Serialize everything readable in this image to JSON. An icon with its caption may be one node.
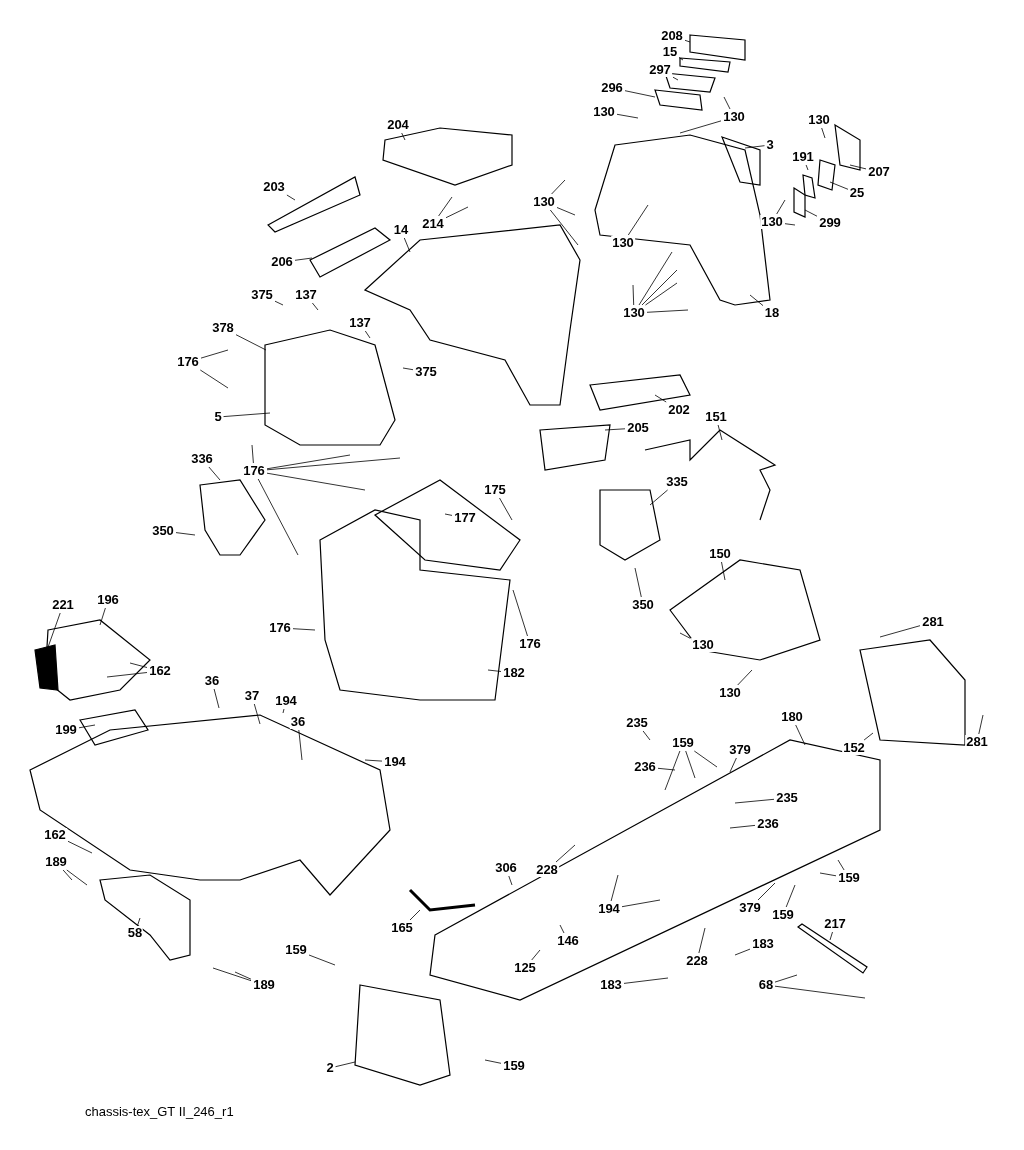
{
  "diagram": {
    "caption": "chassis-tex_GT II_246_r1",
    "nodes": [
      {
        "text": [
          "208"
        ]
      },
      {
        "text": [
          "15"
        ]
      },
      {
        "text": [
          "297"
        ]
      },
      {
        "text": [
          "296"
        ]
      },
      {
        "text": [
          "130"
        ]
      },
      {
        "text": [
          "130"
        ]
      },
      {
        "text": [
          "204"
        ]
      },
      {
        "text": [
          "3"
        ]
      },
      {
        "text": [
          "130"
        ]
      },
      {
        "text": [
          "203"
        ]
      },
      {
        "text": [
          "191"
        ]
      },
      {
        "text": [
          "207"
        ]
      },
      {
        "text": [
          "130"
        ]
      },
      {
        "text": [
          "25"
        ]
      },
      {
        "text": [
          "214"
        ]
      },
      {
        "text": [
          "14"
        ]
      },
      {
        "text": [
          "130"
        ]
      },
      {
        "text": [
          "299"
        ]
      },
      {
        "text": [
          "130"
        ]
      },
      {
        "text": [
          "206"
        ]
      },
      {
        "text": [
          "130"
        ]
      },
      {
        "text": [
          "18"
        ]
      },
      {
        "text": [
          "375"
        ]
      },
      {
        "text": [
          "137"
        ]
      },
      {
        "text": [
          "137"
        ]
      },
      {
        "text": [
          "378"
        ]
      },
      {
        "text": [
          "375"
        ]
      },
      {
        "text": [
          "176"
        ]
      },
      {
        "text": [
          "5"
        ]
      },
      {
        "text": [
          "202"
        ]
      },
      {
        "text": [
          "205"
        ]
      },
      {
        "text": [
          "151"
        ]
      },
      {
        "text": [
          "336"
        ]
      },
      {
        "text": [
          "176"
        ]
      },
      {
        "text": [
          "175"
        ]
      },
      {
        "text": [
          "177"
        ]
      },
      {
        "text": [
          "335"
        ]
      },
      {
        "text": [
          "350"
        ]
      },
      {
        "text": [
          "150"
        ]
      },
      {
        "text": [
          "350"
        ]
      },
      {
        "text": [
          "221"
        ]
      },
      {
        "text": [
          "196"
        ]
      },
      {
        "text": [
          "130"
        ]
      },
      {
        "text": [
          "176"
        ]
      },
      {
        "text": [
          "176"
        ]
      },
      {
        "text": [
          "162"
        ]
      },
      {
        "text": [
          "182"
        ]
      },
      {
        "text": [
          "281"
        ]
      },
      {
        "text": [
          "130"
        ]
      },
      {
        "text": [
          "36"
        ]
      },
      {
        "text": [
          "37"
        ]
      },
      {
        "text": [
          "194"
        ]
      },
      {
        "text": [
          "36"
        ]
      },
      {
        "text": [
          "235"
        ]
      },
      {
        "text": [
          "159"
        ]
      },
      {
        "text": [
          "379"
        ]
      },
      {
        "text": [
          "180"
        ]
      },
      {
        "text": [
          "152"
        ]
      },
      {
        "text": [
          "281"
        ]
      },
      {
        "text": [
          "199"
        ]
      },
      {
        "text": [
          "194"
        ]
      },
      {
        "text": [
          "236"
        ]
      },
      {
        "text": [
          "235"
        ]
      },
      {
        "text": [
          "236"
        ]
      },
      {
        "text": [
          "162"
        ]
      },
      {
        "text": [
          "189"
        ]
      },
      {
        "text": [
          "306"
        ]
      },
      {
        "text": [
          "228"
        ]
      },
      {
        "text": [
          "159"
        ]
      },
      {
        "text": [
          "194"
        ]
      },
      {
        "text": [
          "379"
        ]
      },
      {
        "text": [
          "159"
        ]
      },
      {
        "text": [
          "58"
        ]
      },
      {
        "text": [
          "165"
        ]
      },
      {
        "text": [
          "146"
        ]
      },
      {
        "text": [
          "217"
        ]
      },
      {
        "text": [
          "125"
        ]
      },
      {
        "text": [
          "228"
        ]
      },
      {
        "text": [
          "183"
        ]
      },
      {
        "text": [
          "189"
        ]
      },
      {
        "text": [
          "159"
        ]
      },
      {
        "text": [
          "183"
        ]
      },
      {
        "text": [
          "68"
        ]
      },
      {
        "text": [
          "2"
        ]
      },
      {
        "text": [
          "159"
        ]
      }
    ],
    "edges": [
      {
        "from": 0,
        "to": null,
        "arrow": "none"
      },
      {
        "from": 1,
        "to": null,
        "arrow": "none"
      },
      {
        "from": 2,
        "to": null,
        "arrow": "none"
      },
      {
        "from": 3,
        "to": null,
        "arrow": "none"
      },
      {
        "from": 4,
        "to": null,
        "arrow": "none"
      },
      {
        "from": 5,
        "to": null,
        "arrow": "none"
      },
      {
        "from": 5,
        "to": null,
        "arrow": "none"
      },
      {
        "from": 6,
        "to": null,
        "arrow": "none"
      },
      {
        "from": 7,
        "to": null,
        "arrow": "none"
      },
      {
        "from": 8,
        "to": null,
        "arrow": "none"
      },
      {
        "from": 9,
        "to": null,
        "arrow": "none"
      },
      {
        "from": 10,
        "to": null,
        "arrow": "none"
      },
      {
        "from": 11,
        "to": null,
        "arrow": "none"
      },
      {
        "from": 12,
        "to": null,
        "arrow": "none"
      },
      {
        "from": 12,
        "to": null,
        "arrow": "none"
      },
      {
        "from": 12,
        "to": null,
        "arrow": "none"
      },
      {
        "from": 13,
        "to": null,
        "arrow": "none"
      },
      {
        "from": 14,
        "to": null,
        "arrow": "none"
      },
      {
        "from": 14,
        "to": null,
        "arrow": "none"
      },
      {
        "from": 15,
        "to": null,
        "arrow": "none"
      },
      {
        "from": 16,
        "to": null,
        "arrow": "none"
      },
      {
        "from": 16,
        "to": null,
        "arrow": "none"
      },
      {
        "from": 17,
        "to": null,
        "arrow": "none"
      },
      {
        "from": 18,
        "to": null,
        "arrow": "none"
      },
      {
        "from": 19,
        "to": null,
        "arrow": "none"
      },
      {
        "from": 20,
        "to": null,
        "arrow": "none"
      },
      {
        "from": 20,
        "to": null,
        "arrow": "none"
      },
      {
        "from": 20,
        "to": null,
        "arrow": "none"
      },
      {
        "from": 20,
        "to": null,
        "arrow": "none"
      },
      {
        "from": 20,
        "to": null,
        "arrow": "none"
      },
      {
        "from": 21,
        "to": null,
        "arrow": "none"
      },
      {
        "from": 22,
        "to": null,
        "arrow": "none"
      },
      {
        "from": 23,
        "to": null,
        "arrow": "none"
      },
      {
        "from": 24,
        "to": null,
        "arrow": "none"
      },
      {
        "from": 25,
        "to": null,
        "arrow": "none"
      },
      {
        "from": 26,
        "to": null,
        "arrow": "none"
      },
      {
        "from": 27,
        "to": null,
        "arrow": "none"
      },
      {
        "from": 27,
        "to": null,
        "arrow": "none"
      },
      {
        "from": 28,
        "to": null,
        "arrow": "none"
      },
      {
        "from": 29,
        "to": null,
        "arrow": "none"
      },
      {
        "from": 30,
        "to": null,
        "arrow": "none"
      },
      {
        "from": 31,
        "to": null,
        "arrow": "none"
      },
      {
        "from": 32,
        "to": null,
        "arrow": "none"
      },
      {
        "from": 33,
        "to": null,
        "arrow": "none"
      },
      {
        "from": 33,
        "to": null,
        "arrow": "none"
      },
      {
        "from": 33,
        "to": null,
        "arrow": "none"
      },
      {
        "from": 33,
        "to": null,
        "arrow": "none"
      },
      {
        "from": 33,
        "to": null,
        "arrow": "none"
      },
      {
        "from": 34,
        "to": null,
        "arrow": "none"
      },
      {
        "from": 35,
        "to": null,
        "arrow": "none"
      },
      {
        "from": 36,
        "to": null,
        "arrow": "none"
      },
      {
        "from": 37,
        "to": null,
        "arrow": "none"
      },
      {
        "from": 38,
        "to": null,
        "arrow": "none"
      },
      {
        "from": 39,
        "to": null,
        "arrow": "none"
      },
      {
        "from": 40,
        "to": null,
        "arrow": "none"
      },
      {
        "from": 41,
        "to": null,
        "arrow": "none"
      },
      {
        "from": 42,
        "to": null,
        "arrow": "none"
      },
      {
        "from": 43,
        "to": null,
        "arrow": "none"
      },
      {
        "from": 44,
        "to": null,
        "arrow": "none"
      },
      {
        "from": 45,
        "to": null,
        "arrow": "none"
      },
      {
        "from": 45,
        "to": null,
        "arrow": "none"
      },
      {
        "from": 46,
        "to": null,
        "arrow": "none"
      },
      {
        "from": 47,
        "to": null,
        "arrow": "none"
      },
      {
        "from": 48,
        "to": null,
        "arrow": "none"
      },
      {
        "from": 49,
        "to": null,
        "arrow": "none"
      },
      {
        "from": 50,
        "to": null,
        "arrow": "none"
      },
      {
        "from": 51,
        "to": null,
        "arrow": "none"
      },
      {
        "from": 52,
        "to": null,
        "arrow": "none"
      },
      {
        "from": 53,
        "to": null,
        "arrow": "none"
      },
      {
        "from": 54,
        "to": null,
        "arrow": "none"
      },
      {
        "from": 54,
        "to": null,
        "arrow": "none"
      },
      {
        "from": 54,
        "to": null,
        "arrow": "none"
      },
      {
        "from": 55,
        "to": null,
        "arrow": "none"
      },
      {
        "from": 56,
        "to": null,
        "arrow": "none"
      },
      {
        "from": 57,
        "to": null,
        "arrow": "none"
      },
      {
        "from": 58,
        "to": null,
        "arrow": "none"
      },
      {
        "from": 59,
        "to": null,
        "arrow": "none"
      },
      {
        "from": 60,
        "to": null,
        "arrow": "none"
      },
      {
        "from": 61,
        "to": null,
        "arrow": "none"
      },
      {
        "from": 62,
        "to": null,
        "arrow": "none"
      },
      {
        "from": 63,
        "to": null,
        "arrow": "none"
      },
      {
        "from": 64,
        "to": null,
        "arrow": "none"
      },
      {
        "from": 65,
        "to": null,
        "arrow": "none"
      },
      {
        "from": 65,
        "to": null,
        "arrow": "none"
      },
      {
        "from": 66,
        "to": null,
        "arrow": "none"
      },
      {
        "from": 67,
        "to": null,
        "arrow": "none"
      },
      {
        "from": 68,
        "to": null,
        "arrow": "none"
      },
      {
        "from": 68,
        "to": null,
        "arrow": "none"
      },
      {
        "from": 69,
        "to": null,
        "arrow": "none"
      },
      {
        "from": 69,
        "to": null,
        "arrow": "none"
      },
      {
        "from": 70,
        "to": null,
        "arrow": "none"
      },
      {
        "from": 71,
        "to": null,
        "arrow": "none"
      },
      {
        "from": 72,
        "to": null,
        "arrow": "none"
      },
      {
        "from": 73,
        "to": null,
        "arrow": "none"
      },
      {
        "from": 74,
        "to": null,
        "arrow": "none"
      },
      {
        "from": 75,
        "to": null,
        "arrow": "none"
      },
      {
        "from": 76,
        "to": null,
        "arrow": "none"
      },
      {
        "from": 77,
        "to": null,
        "arrow": "none"
      },
      {
        "from": 78,
        "to": null,
        "arrow": "none"
      },
      {
        "from": 79,
        "to": null,
        "arrow": "none"
      },
      {
        "from": 79,
        "to": null,
        "arrow": "none"
      },
      {
        "from": 80,
        "to": null,
        "arrow": "none"
      },
      {
        "from": 81,
        "to": null,
        "arrow": "none"
      },
      {
        "from": 82,
        "to": null,
        "arrow": "none"
      },
      {
        "from": 82,
        "to": null,
        "arrow": "none"
      },
      {
        "from": 83,
        "to": null,
        "arrow": "none"
      },
      {
        "from": 84,
        "to": null,
        "arrow": "none"
      }
    ]
  }
}
